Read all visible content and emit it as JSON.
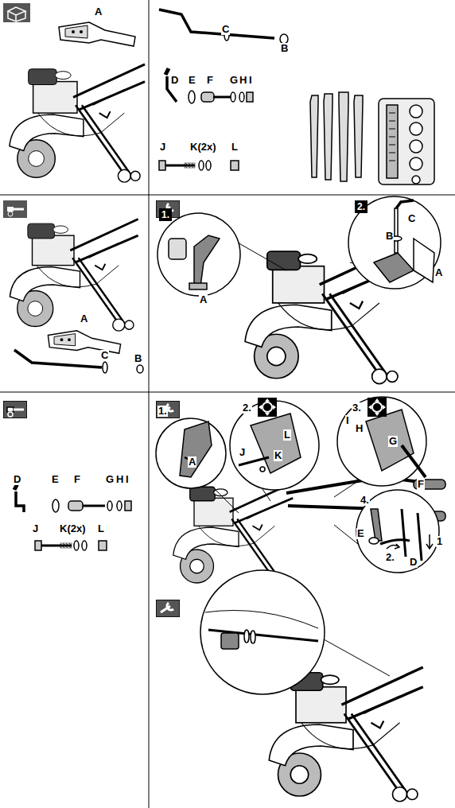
{
  "diagram": {
    "labels": [
      "A",
      "C",
      "B",
      "D",
      "E",
      "F",
      "G",
      "H",
      "I",
      "J",
      "K(2x)",
      "L",
      "A",
      "C",
      "B",
      "1.",
      "A",
      "2.",
      "C",
      "B",
      "A",
      "D",
      "E",
      "F",
      "G",
      "H",
      "I",
      "J",
      "K(2x)",
      "L",
      "1.",
      "A",
      "2.",
      "J",
      "K",
      "L",
      "3.",
      "I",
      "H",
      "G",
      "F",
      "4.",
      "E",
      "1",
      "2.",
      "D"
    ]
  }
}
